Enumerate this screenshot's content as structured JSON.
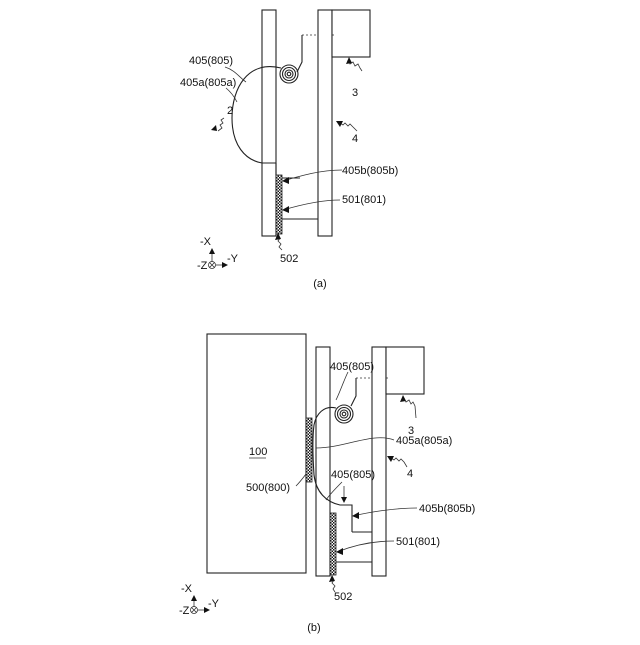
{
  "figure_a": {
    "caption": "(a)",
    "labels": {
      "l405": "405(805)",
      "l405a": "405a(805a)",
      "l2": "2",
      "l3": "3",
      "l4": "4",
      "l405b": "405b(805b)",
      "l501": "501(801)",
      "l502": "502"
    },
    "axes": {
      "x": "-X",
      "z": "-Z",
      "y": "-Y"
    }
  },
  "figure_b": {
    "caption": "(b)",
    "labels": {
      "l405_top": "405(805)",
      "l3": "3",
      "l405a": "405a(805a)",
      "l100": "100",
      "l4": "4",
      "l405_mid": "405(805)",
      "l500": "500(800)",
      "l405b": "405b(805b)",
      "l501": "501(801)",
      "l502": "502"
    },
    "axes": {
      "x": "-X",
      "z": "-Z",
      "y": "-Y"
    }
  },
  "colors": {
    "line": "#222222",
    "background": "#ffffff"
  }
}
